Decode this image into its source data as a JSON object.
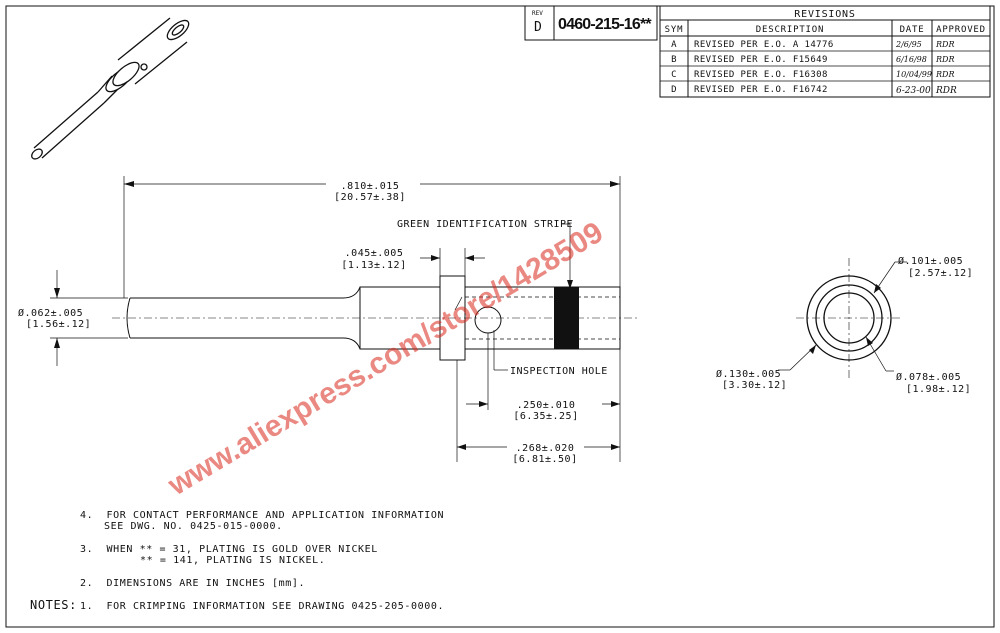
{
  "title_block": {
    "rev_label": "REV",
    "rev_value": "D",
    "drawing_number": "0460-215-16**"
  },
  "revisions": {
    "title": "REVISIONS",
    "headers": [
      "SYM",
      "DESCRIPTION",
      "DATE",
      "APPROVED"
    ],
    "rows": [
      {
        "sym": "A",
        "description": "REVISED PER E.O. A 14776",
        "date": "2/6/95",
        "approved": "RDR"
      },
      {
        "sym": "B",
        "description": "REVISED PER E.O. F15649",
        "date": "6/16/98",
        "approved": "RDR"
      },
      {
        "sym": "C",
        "description": "REVISED PER E.O. F16308",
        "date": "10/04/99",
        "approved": "RDR"
      },
      {
        "sym": "D",
        "description": "REVISED PER E.O. F16742",
        "date": "6-23-00",
        "approved": "RDR"
      }
    ]
  },
  "dimensions": {
    "overall_length": {
      "in": ".810±.015",
      "mm": "[20.57±.38]"
    },
    "collar_width": {
      "in": ".045±.005",
      "mm": "[1.13±.12]"
    },
    "pin_diameter": {
      "in": "Ø.062±.005",
      "mm": "[1.56±.12]"
    },
    "hole_offset": {
      "in": ".250±.010",
      "mm": "[6.35±.25]"
    },
    "barrel_length": {
      "in": ".268±.020",
      "mm": "[6.81±.50]"
    },
    "end_outer_dia": {
      "in": "Ø.130±.005",
      "mm": "[3.30±.12]"
    },
    "end_mid_dia": {
      "in": "Ø.101±.005",
      "mm": "[2.57±.12]"
    },
    "end_inner_dia": {
      "in": "Ø.078±.005",
      "mm": "[1.98±.12]"
    }
  },
  "callouts": {
    "stripe": "GREEN IDENTIFICATION STRIPE",
    "hole": "INSPECTION HOLE"
  },
  "notes": {
    "heading": "NOTES:",
    "n4_line1": "4.  FOR CONTACT PERFORMANCE AND APPLICATION INFORMATION",
    "n4_line2": "SEE DWG. NO. 0425-015-0000.",
    "n3_line1": "3.  WHEN ** = 31, PLATING IS GOLD OVER NICKEL",
    "n3_line2": "** = 141, PLATING IS NICKEL.",
    "n2": "2.  DIMENSIONS ARE IN INCHES [mm].",
    "n1": "1.  FOR CRIMPING INFORMATION SEE DRAWING 0425-205-0000."
  },
  "watermark": "www.aliexpress.com/store/1428509"
}
